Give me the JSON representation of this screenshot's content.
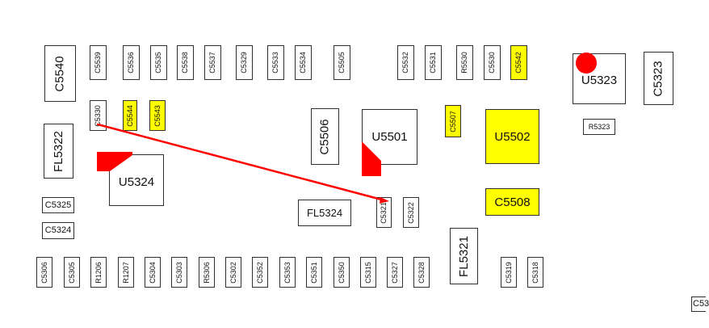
{
  "colors": {
    "highlight": "#ffff00",
    "marker": "#ff0000",
    "outline": "#303030"
  },
  "components": {
    "c5540": "C5540",
    "c5539": "C5539",
    "c5536": "C5536",
    "c5535": "C5535",
    "c5538": "C5538",
    "c5537": "C5537",
    "c5329": "C5329",
    "c5533": "C5533",
    "c5534": "C5534",
    "c5505": "C5505",
    "c5532": "C5532",
    "c5531": "C5531",
    "r5530": "R5530",
    "c5530": "C5530",
    "c5542": "C5542",
    "u5323": "U5323",
    "c5323": "C5323",
    "c5330": "C5330",
    "c5544": "C5544",
    "c5543": "C5543",
    "c5506": "C5506",
    "u5501": "U5501",
    "c5507": "C5507",
    "u5502": "U5502",
    "r5323": "R5323",
    "fl5322": "FL5322",
    "u5324": "U5324",
    "c5325": "C5325",
    "c5324": "C5324",
    "fl5324": "FL5324",
    "c5321": "C5321",
    "c5322": "C5322",
    "c5508": "C5508",
    "fl5321": "FL5321",
    "c5306": "C5306",
    "c5305": "C5305",
    "r1206": "R1206",
    "r1207": "R1207",
    "c5304": "C5304",
    "c5303": "C5303",
    "r5306": "R5306",
    "c5302": "C5302",
    "c5352": "C5352",
    "c5353": "C5353",
    "c5351": "C5351",
    "c5350": "C5350",
    "c5315": "C5315",
    "c5327": "C5327",
    "c5328": "C5328",
    "c5319": "C5319",
    "c5318": "C5318",
    "c53_partial": "C53"
  }
}
